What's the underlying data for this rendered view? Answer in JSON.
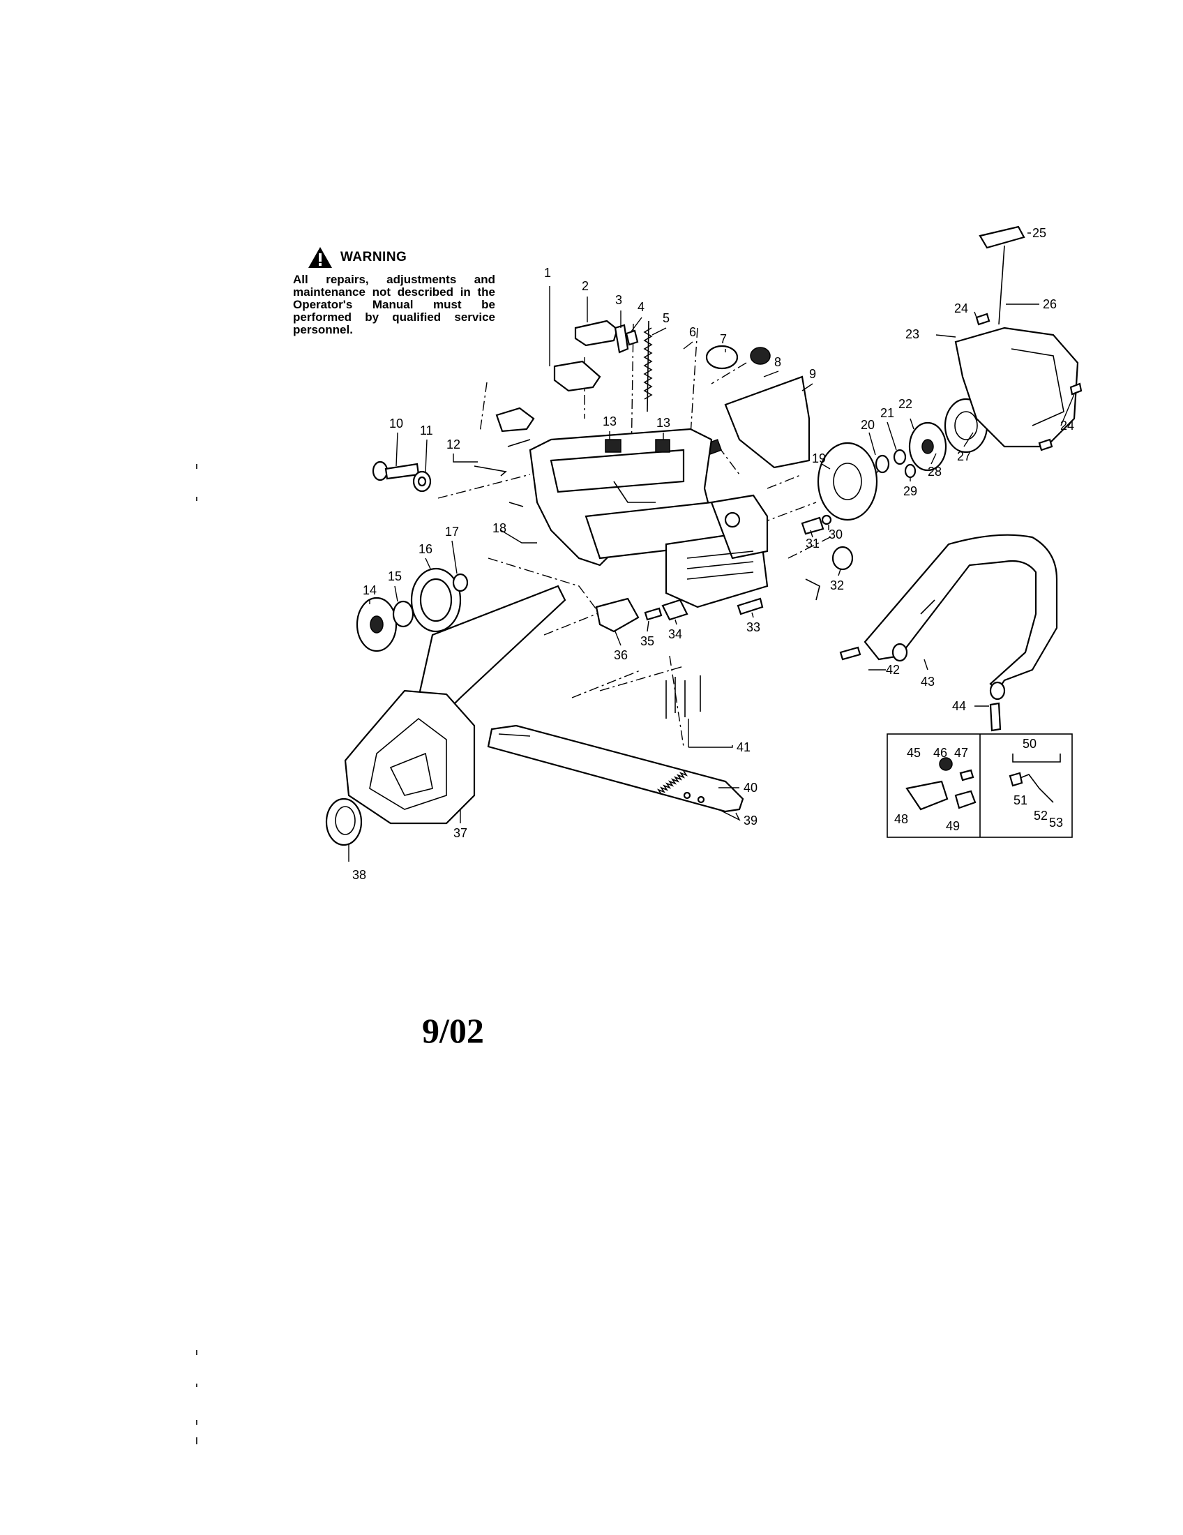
{
  "warning": {
    "title": "WARNING",
    "text": "All repairs, adjustments and maintenance not described in the Operator's Manual must be performed by qualified service personnel."
  },
  "date": "9/02",
  "callouts": [
    "1",
    "2",
    "3",
    "4",
    "5",
    "6",
    "7",
    "8",
    "9",
    "10",
    "11",
    "12",
    "13",
    "13",
    "14",
    "15",
    "16",
    "17",
    "18",
    "19",
    "20",
    "21",
    "22",
    "23",
    "24",
    "24",
    "25",
    "26",
    "27",
    "28",
    "29",
    "30",
    "31",
    "32",
    "33",
    "34",
    "35",
    "36",
    "37",
    "38",
    "39",
    "40",
    "41",
    "42",
    "43",
    "44",
    "45",
    "46",
    "47",
    "48",
    "49",
    "50",
    "51",
    "52",
    "53"
  ]
}
